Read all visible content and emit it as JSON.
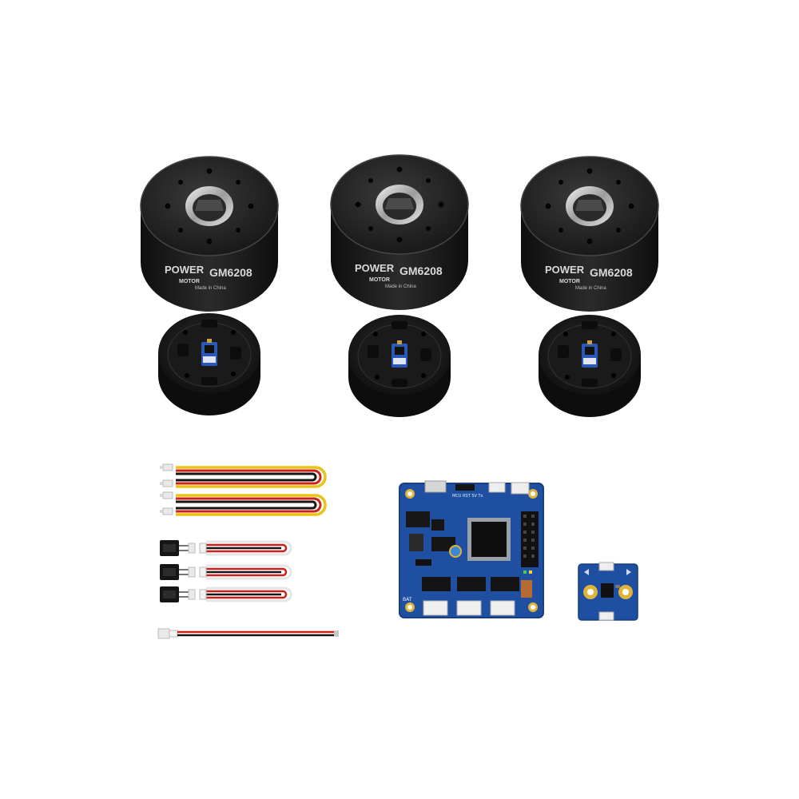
{
  "motors": [
    {
      "brand": "POWER",
      "brand_sub": "MOTOR",
      "model": "GM6208",
      "note": "Made in China"
    },
    {
      "brand": "POWER",
      "brand_sub": "MOTOR",
      "model": "GM6208",
      "note": "Made in China"
    },
    {
      "brand": "POWER",
      "brand_sub": "MOTOR",
      "model": "GM6208",
      "note": "Made in China"
    }
  ],
  "controller_board": {
    "port_label": "BAT",
    "silk_text": "MCU RST 5V Tx"
  },
  "colors": {
    "background": "#ffffff",
    "motor_body": "#1c1c1c",
    "pcb_blue": "#1f4fa0",
    "cable_yellow": "#e8c417",
    "cable_red": "#d0201a",
    "cable_black": "#151515",
    "gold_pad": "#e0b43a"
  }
}
